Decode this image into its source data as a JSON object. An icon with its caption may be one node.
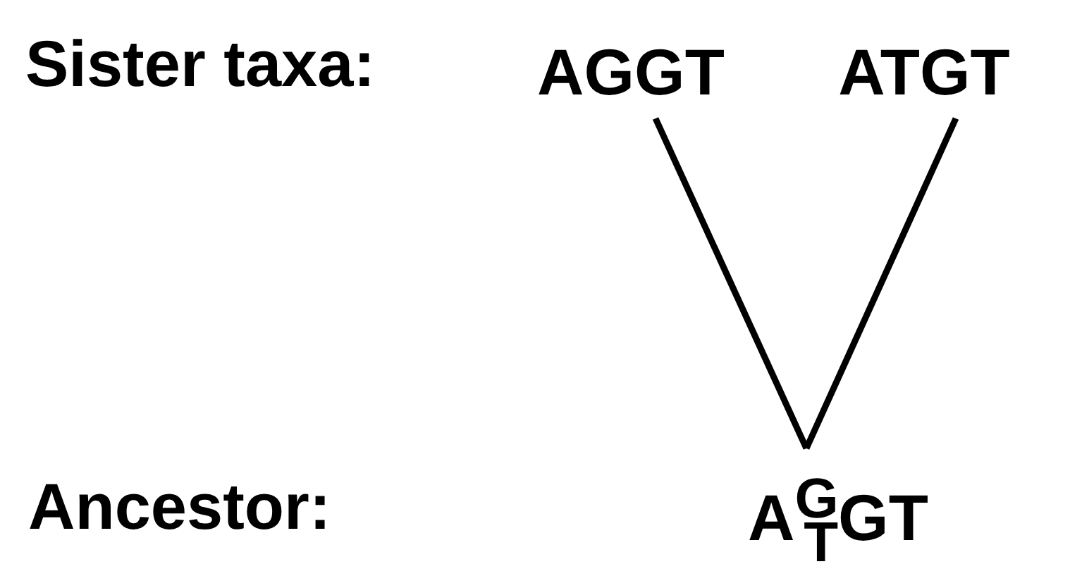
{
  "diagram": {
    "nodes": [
      {
        "text": [
          "AGGT"
        ]
      },
      {
        "text": [
          "ATGT"
        ]
      },
      {
        "text": [
          "A$^{G}$$_{T}$GT"
        ]
      }
    ],
    "edges": [
      {
        "from": 2,
        "to": 0,
        "arrow": "none"
      },
      {
        "from": 2,
        "to": 1,
        "arrow": "none"
      }
    ],
    "labels": [
      "Sister taxa:",
      "Ancestor:"
    ]
  }
}
